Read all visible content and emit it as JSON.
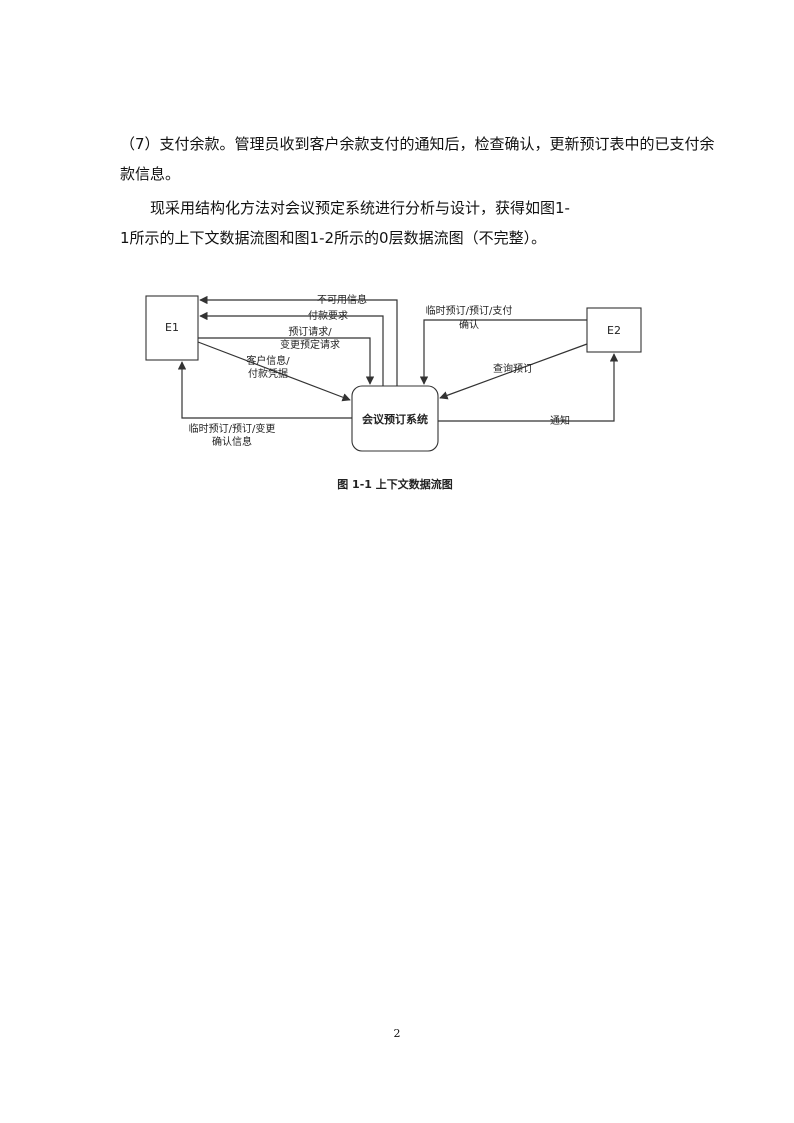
{
  "paragraphs": {
    "p1": [
      "（7）支付余款。管理员收到客户余款支付的通知后，检查确认，更新预订表中的已支付余",
      "款信息。"
    ],
    "p2": [
      "现采用结构化方法对会议预定系统进行分析与设计，获得如图1-",
      "1所示的上下文数据流图和图1-2所示的0层数据流图（不完整）。"
    ]
  },
  "diagram": {
    "entities": {
      "e1": "E1",
      "e2": "E2"
    },
    "process": "会议预订系统",
    "flows": {
      "unavailable": "不可用信息",
      "payment_request": "付款要求",
      "booking_request_1": "预订请求/",
      "booking_request_2": "变更预定请求",
      "customer_info_1": "客户信息/",
      "customer_info_2": "付款凭据",
      "confirm_info_1": "临时预订/预订/变更",
      "confirm_info_2": "确认信息",
      "e2_confirm_1": "临时预订/预订/支付",
      "e2_confirm_2": "确认",
      "query": "查询预订",
      "notify": "通知"
    },
    "caption": "图 1-1  上下文数据流图"
  },
  "page_number": "2"
}
